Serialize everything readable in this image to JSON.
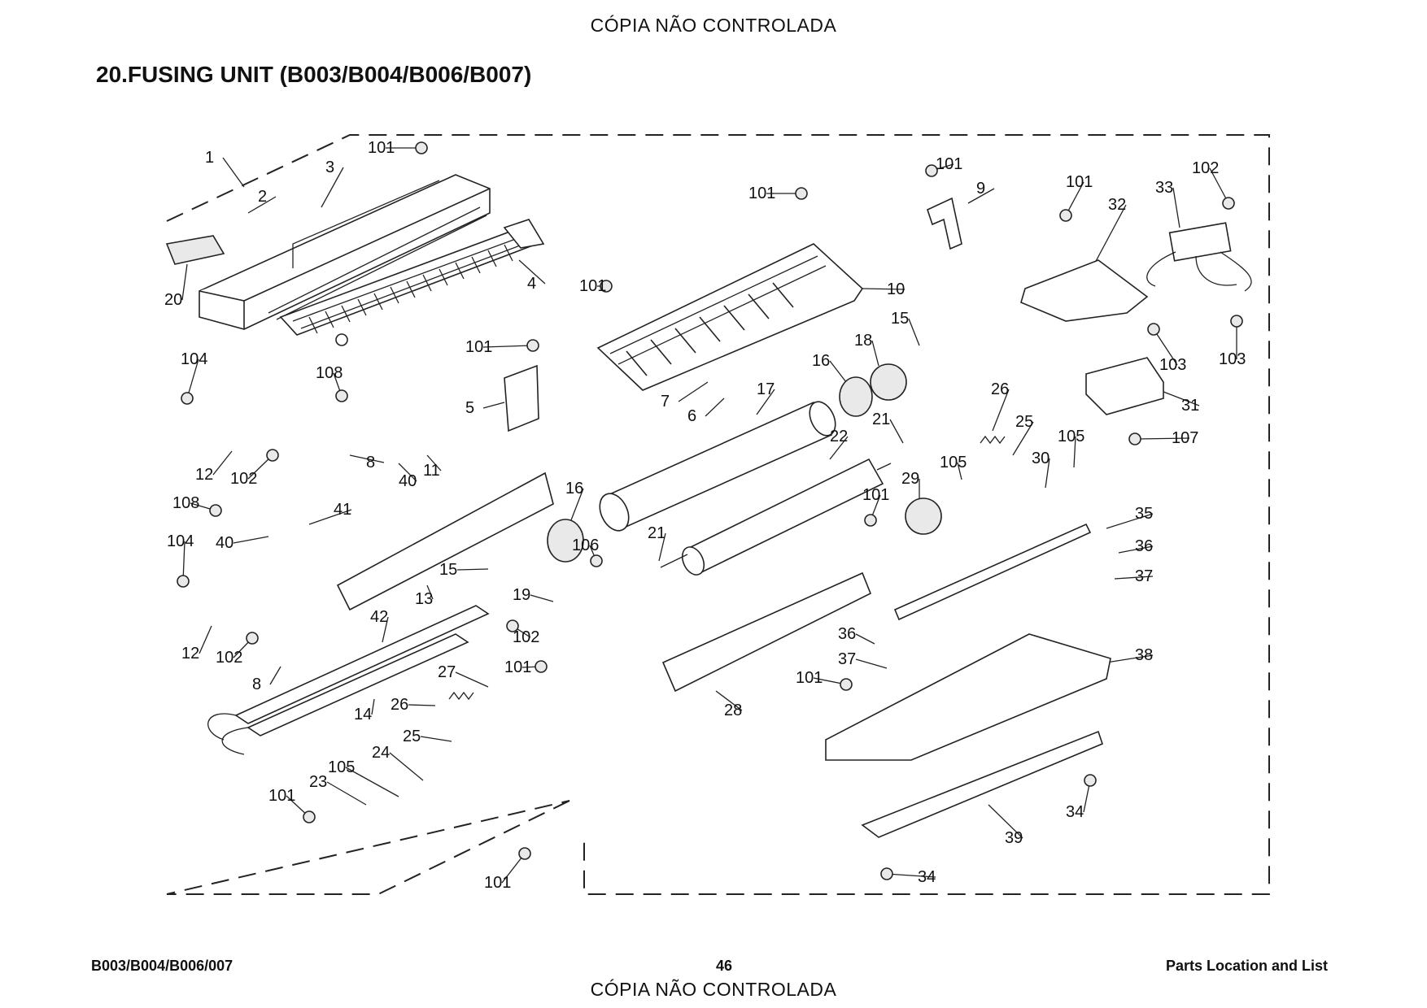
{
  "header": {
    "watermark_top": "CÓPIA NÃO CONTROLADA",
    "watermark_bottom": "CÓPIA NÃO CONTROLADA"
  },
  "title": "20.FUSING UNIT (B003/B004/B006/B007)",
  "footer": {
    "left": "B003/B004/B006/007",
    "page": "46",
    "right": "Parts Location and List"
  },
  "callouts": [
    "1",
    "2",
    "3",
    "4",
    "5",
    "6",
    "7",
    "8",
    "9",
    "10",
    "11",
    "12",
    "13",
    "14",
    "15",
    "16",
    "17",
    "18",
    "19",
    "20",
    "21",
    "22",
    "23",
    "24",
    "25",
    "26",
    "27",
    "28",
    "29",
    "30",
    "31",
    "32",
    "33",
    "34",
    "35",
    "36",
    "37",
    "38",
    "39",
    "40",
    "41",
    "42",
    "101",
    "102",
    "103",
    "104",
    "105",
    "106",
    "107",
    "108"
  ]
}
